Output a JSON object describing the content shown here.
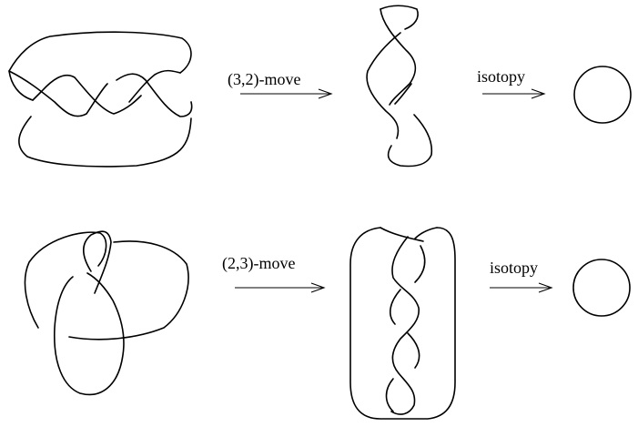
{
  "row1": {
    "move_label": "(3,2)-move",
    "isotopy_label": "isotopy"
  },
  "row2": {
    "move_label": "(2,3)-move",
    "isotopy_label": "isotopy"
  }
}
